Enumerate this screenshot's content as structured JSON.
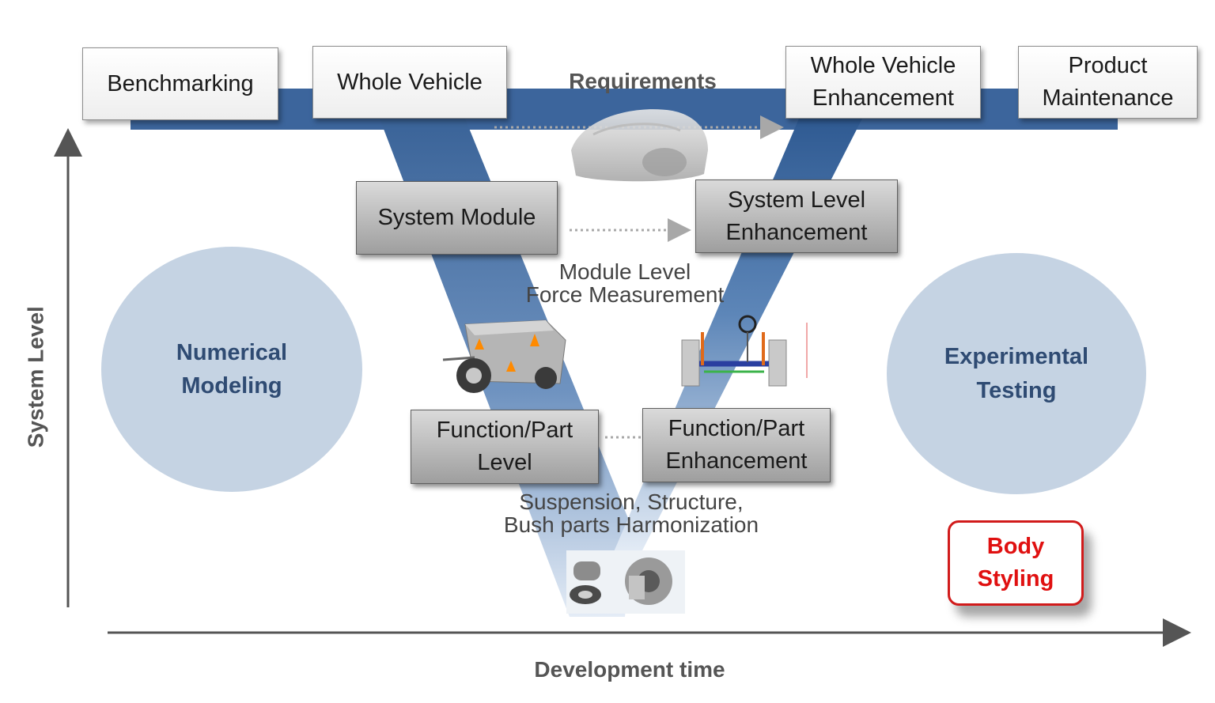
{
  "axes": {
    "y_label": "System Level",
    "x_label": "Development time"
  },
  "top_bar": {
    "requirements": "Requirements",
    "boxes": [
      {
        "line1": "Benchmarking",
        "line2": ""
      },
      {
        "line1": "Whole Vehicle",
        "line2": ""
      },
      {
        "line1": "Whole Vehicle",
        "line2": "Enhancement"
      },
      {
        "line1": "Product",
        "line2": "Maintenance"
      }
    ]
  },
  "system_level": {
    "left": "System Module",
    "right_line1": "System Level",
    "right_line2": "Enhancement",
    "note_line1": "Module Level",
    "note_line2": "Force Measurement"
  },
  "part_level": {
    "left_line1": "Function/Part",
    "left_line2": "Level",
    "right_line1": "Function/Part",
    "right_line2": "Enhancement",
    "note_line1": "Suspension, Structure,",
    "note_line2": "Bush parts Harmonization"
  },
  "sides": {
    "left_line1": "Numerical",
    "left_line2": "Modeling",
    "right_line1": "Experimental",
    "right_line2": "Testing"
  },
  "badge": {
    "line1": "Body",
    "line2": "Styling",
    "color": "#e01010"
  },
  "colors": {
    "v_band": "#3f6aa0",
    "ellipse": "#c5d3e3",
    "ellipse_text": "#2f4b73",
    "axis": "#555555"
  },
  "icons": [
    "car-silhouette-icon",
    "trailer-rig-icon",
    "suspension-rig-icon",
    "bushing-parts-icon"
  ]
}
